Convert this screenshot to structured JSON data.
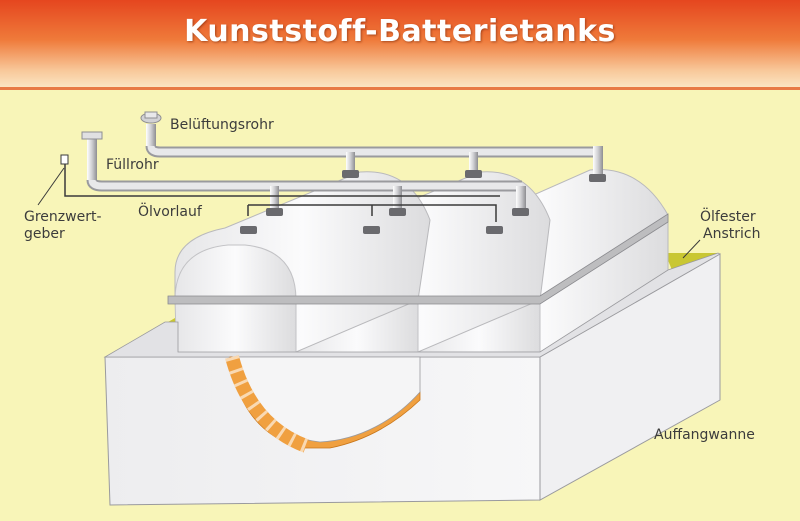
{
  "title": "Kunststoff-Batterietanks",
  "labels": {
    "vent": "Belüftungsrohr",
    "fill": "Füllrohr",
    "sensor_1": "Grenzwert-",
    "sensor_2": "geber",
    "supply": "Ölvorlauf",
    "coat_1": "Ölfester",
    "coat_2": "Anstrich",
    "basin": "Auffangwanne"
  },
  "colors": {
    "background": "#f8f5b8",
    "banner": "#e5461f",
    "coating": "#c9c733",
    "cutaway": "#f0a040"
  }
}
